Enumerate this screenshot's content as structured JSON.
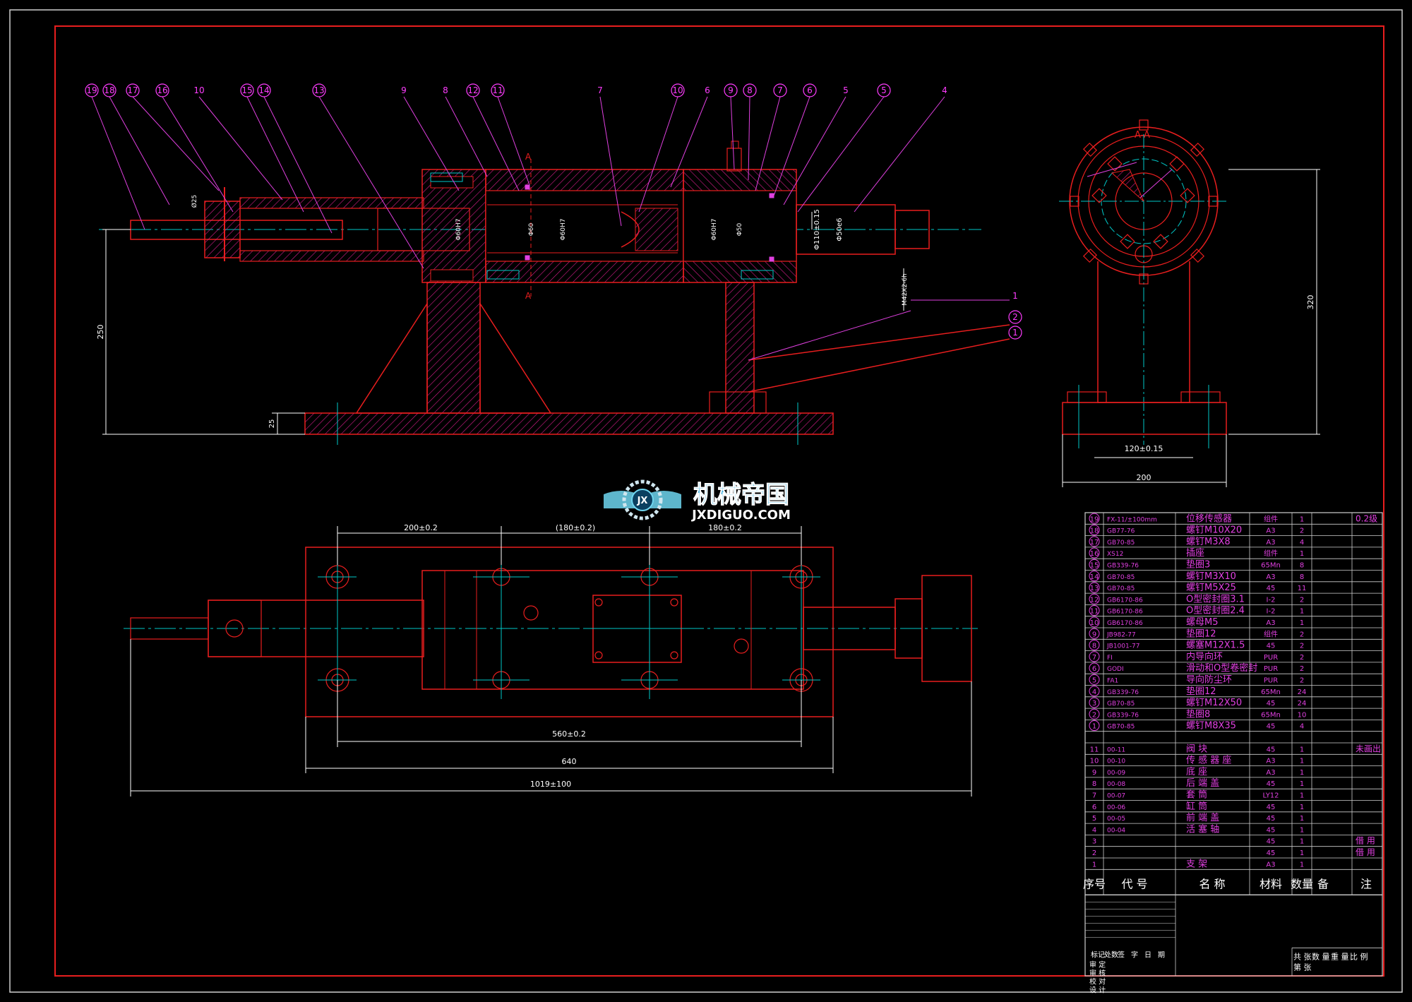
{
  "colors": {
    "frame": "#e81e1e",
    "part": "#e81e1e",
    "hatch": "#d81e8c",
    "center": "#00c8c8",
    "dimension": "#ffffff",
    "leader": "#e040e0",
    "balloon": "#ff3cff",
    "cyan_text": "#00ffff",
    "logo": "#6fd6f0"
  },
  "logo": {
    "cn": "机械帝国",
    "en": "JXDIGUO.COM",
    "mark": "JX"
  },
  "callouts": [
    {
      "label": "19",
      "circled": true
    },
    {
      "label": "18",
      "circled": true
    },
    {
      "label": "17",
      "circled": true
    },
    {
      "label": "16",
      "circled": true
    },
    {
      "label": "10",
      "circled": false
    },
    {
      "label": "15",
      "circled": true
    },
    {
      "label": "14",
      "circled": true
    },
    {
      "label": "13",
      "circled": true
    },
    {
      "label": "9",
      "circled": false
    },
    {
      "label": "8",
      "circled": false
    },
    {
      "label": "12",
      "circled": true
    },
    {
      "label": "11",
      "circled": true
    },
    {
      "label": "7",
      "circled": false
    },
    {
      "label": "10",
      "circled": true
    },
    {
      "label": "6",
      "circled": false
    },
    {
      "label": "9",
      "circled": true
    },
    {
      "label": "8",
      "circled": true
    },
    {
      "label": "7",
      "circled": true
    },
    {
      "label": "6",
      "circled": true
    },
    {
      "label": "5",
      "circled": false
    },
    {
      "label": "5",
      "circled": true
    },
    {
      "label": "4",
      "circled": false
    }
  ],
  "side_callouts": [
    {
      "label": "1",
      "circled": false
    },
    {
      "label": "2",
      "circled": true
    },
    {
      "label": "1",
      "circled": true
    }
  ],
  "section_label": "A-A",
  "section_marks": [
    "A",
    "A"
  ],
  "dims": {
    "front_height": "250",
    "front_base": "25",
    "side_height": "320",
    "side_120": "120±0.15",
    "side_200": "200",
    "top_200": "200±0.2",
    "top_180a": "(180±0.2)",
    "top_180b": "180±0.2",
    "top_560": "560±0.2",
    "top_640": "640",
    "top_1019": "1019±100",
    "phi110": "Φ110±0.15",
    "phi50": "Φ50e6",
    "m42": "M42X2-6h",
    "phi25": "Ø25",
    "phi60h7": "Φ60H7",
    "phi60": "Φ60",
    "phi50b": "Φ50"
  },
  "bom": {
    "rows": [
      {
        "no": "19",
        "code": "FX-11/±100mm",
        "name": "位移传感器",
        "mat": "组件",
        "qty": "1",
        "note": "0.2级",
        "circled": true
      },
      {
        "no": "18",
        "code": "GB77-76",
        "name": "螺钉M10X20",
        "mat": "A3",
        "qty": "2",
        "note": "",
        "circled": true
      },
      {
        "no": "17",
        "code": "GB70-85",
        "name": "螺钉M3X8",
        "mat": "A3",
        "qty": "4",
        "note": "",
        "circled": true
      },
      {
        "no": "16",
        "code": "XS12",
        "name": "插座",
        "mat": "组件",
        "qty": "1",
        "note": "",
        "circled": true
      },
      {
        "no": "15",
        "code": "GB339-76",
        "name": "垫圈3",
        "mat": "65Mn",
        "qty": "8",
        "note": "",
        "circled": true
      },
      {
        "no": "14",
        "code": "GB70-85",
        "name": "螺钉M3X10",
        "mat": "A3",
        "qty": "8",
        "note": "",
        "circled": true
      },
      {
        "no": "13",
        "code": "GB70-85",
        "name": "螺钉M5X25",
        "mat": "45",
        "qty": "11",
        "note": "",
        "circled": true
      },
      {
        "no": "12",
        "code": "GB6170-86",
        "name": "O型密封圈3.1",
        "mat": "I-2",
        "qty": "2",
        "note": "",
        "circled": true
      },
      {
        "no": "11",
        "code": "GB6170-86",
        "name": "O型密封圈2.4",
        "mat": "I-2",
        "qty": "1",
        "note": "",
        "circled": true
      },
      {
        "no": "10",
        "code": "GB6170-86",
        "name": "螺母M5",
        "mat": "A3",
        "qty": "1",
        "note": "",
        "circled": true
      },
      {
        "no": "9",
        "code": "JB982-77",
        "name": "垫圈12",
        "mat": "组件",
        "qty": "2",
        "note": "",
        "circled": true
      },
      {
        "no": "8",
        "code": "JB1001-77",
        "name": "螺塞M12X1.5",
        "mat": "45",
        "qty": "2",
        "note": "",
        "circled": true
      },
      {
        "no": "7",
        "code": "FI",
        "name": "内导向环",
        "mat": "PUR",
        "qty": "2",
        "note": "",
        "circled": true
      },
      {
        "no": "6",
        "code": "GODI",
        "name": "滑动和O型卷密封",
        "mat": "PUR",
        "qty": "2",
        "note": "",
        "circled": true
      },
      {
        "no": "5",
        "code": "FA1",
        "name": "导向防尘环",
        "mat": "PUR",
        "qty": "2",
        "note": "",
        "circled": true
      },
      {
        "no": "4",
        "code": "GB339-76",
        "name": "垫圈12",
        "mat": "65Mn",
        "qty": "24",
        "note": "",
        "circled": true
      },
      {
        "no": "3",
        "code": "GB70-85",
        "name": "螺钉M12X50",
        "mat": "45",
        "qty": "24",
        "note": "",
        "circled": true
      },
      {
        "no": "2",
        "code": "GB339-76",
        "name": "垫圈8",
        "mat": "65Mn",
        "qty": "10",
        "note": "",
        "circled": true
      },
      {
        "no": "1",
        "code": "GB70-85",
        "name": "螺钉M8X35",
        "mat": "45",
        "qty": "4",
        "note": "",
        "circled": true
      },
      {
        "no": "",
        "code": "",
        "name": "",
        "mat": "",
        "qty": "",
        "note": "",
        "circled": false
      },
      {
        "no": "11",
        "code": "00-11",
        "name": "阀  块",
        "mat": "45",
        "qty": "1",
        "note": "未画出",
        "circled": false
      },
      {
        "no": "10",
        "code": "00-10",
        "name": "传 感 器 座",
        "mat": "A3",
        "qty": "1",
        "note": "",
        "circled": false
      },
      {
        "no": "9",
        "code": "00-09",
        "name": "底  座",
        "mat": "A3",
        "qty": "1",
        "note": "",
        "circled": false
      },
      {
        "no": "8",
        "code": "00-08",
        "name": "后 端 盖",
        "mat": "45",
        "qty": "1",
        "note": "",
        "circled": false
      },
      {
        "no": "7",
        "code": "00-07",
        "name": "套  筒",
        "mat": "LY12",
        "qty": "1",
        "note": "",
        "circled": false
      },
      {
        "no": "6",
        "code": "00-06",
        "name": "缸  筒",
        "mat": "45",
        "qty": "1",
        "note": "",
        "circled": false
      },
      {
        "no": "5",
        "code": "00-05",
        "name": "前 端 盖",
        "mat": "45",
        "qty": "1",
        "note": "",
        "circled": false
      },
      {
        "no": "4",
        "code": "00-04",
        "name": "活 塞 轴",
        "mat": "45",
        "qty": "1",
        "note": "",
        "circled": false
      },
      {
        "no": "3",
        "code": "",
        "name": "",
        "mat": "45",
        "qty": "1",
        "note": "借 用",
        "circled": false
      },
      {
        "no": "2",
        "code": "",
        "name": "",
        "mat": "45",
        "qty": "1",
        "note": "借 用",
        "circled": false
      },
      {
        "no": "1",
        "code": "",
        "name": "支  架",
        "mat": "A3",
        "qty": "1",
        "note": "",
        "circled": false
      }
    ],
    "header": [
      "序号",
      "代  号",
      "名  称",
      "材料",
      "数量",
      "备",
      "注"
    ],
    "signoff": {
      "row": [
        "标记",
        "处数",
        "签",
        "字",
        "日",
        "期"
      ],
      "roles": [
        "审  定",
        "审  核",
        "校  对",
        "设  计"
      ]
    },
    "sheet": {
      "a": "共 张",
      "b": "数 量",
      "c": "重 量",
      "d": "比 例",
      "e": "第 张"
    }
  }
}
